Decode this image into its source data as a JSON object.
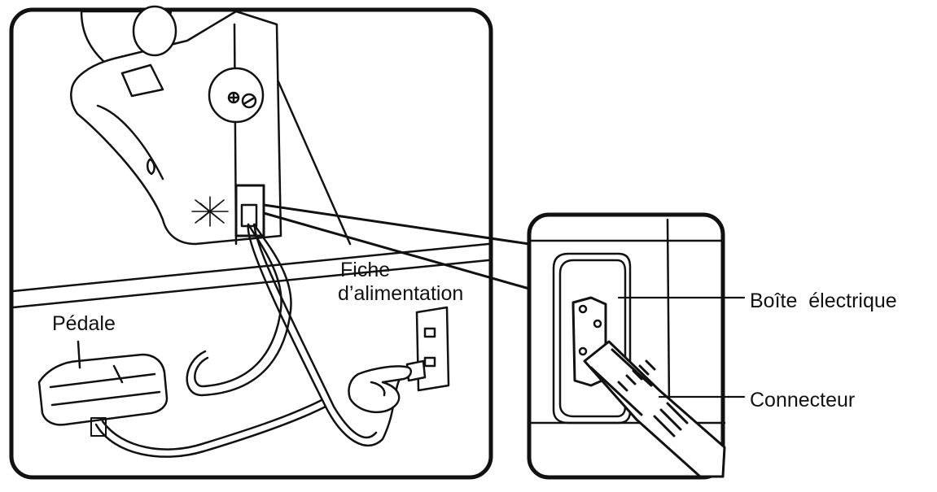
{
  "labels": {
    "fiche_line1": "Fiche",
    "fiche_line2": "d’alimentation",
    "pedale": "Pédale",
    "boite": "Boîte  électrique",
    "connecteur": "Connecteur"
  },
  "colors": {
    "ink": "#111111",
    "background": "#ffffff"
  }
}
